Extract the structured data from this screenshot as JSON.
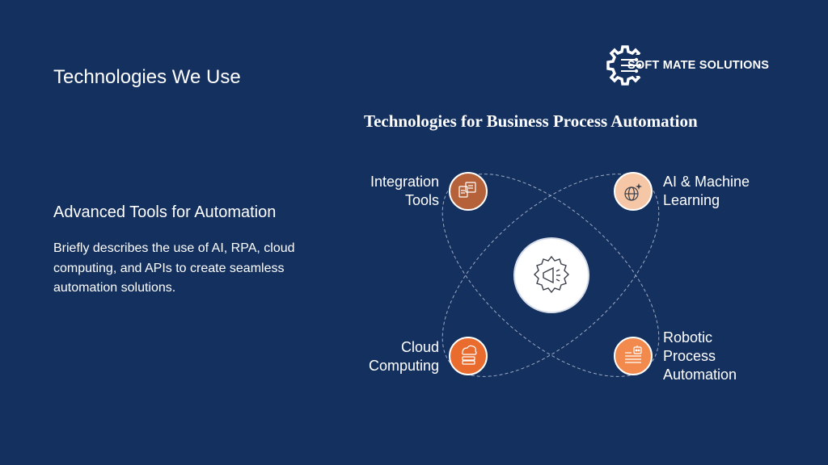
{
  "slide": {
    "title": "Technologies We Use",
    "subtitle": "Advanced Tools for Automation",
    "description": "Briefly describes the use of AI, RPA, cloud computing, and APIs to create seamless automation solutions."
  },
  "logo": {
    "text": "SOFT  MATE SOLUTIONS",
    "icon": "gear-circuit-icon"
  },
  "diagram": {
    "title": "Technologies for Business Process Automation",
    "center_icon": "megaphone-gear-icon",
    "nodes": [
      {
        "id": "integration",
        "label_line1": "Integration",
        "label_line2": "Tools",
        "label_line3": "",
        "icon": "documents-icon",
        "color": "#b5613a"
      },
      {
        "id": "ai",
        "label_line1": "AI & Machine",
        "label_line2": "Learning",
        "label_line3": "",
        "icon": "globe-sparkle-icon",
        "color": "#f6c7a6"
      },
      {
        "id": "cloud",
        "label_line1": "Cloud",
        "label_line2": "Computing",
        "label_line3": "",
        "icon": "cloud-server-icon",
        "color": "#e96b2d"
      },
      {
        "id": "rpa",
        "label_line1": "Robotic",
        "label_line2": "Process",
        "label_line3": "Automation",
        "icon": "robot-list-icon",
        "color": "#f28a4e"
      }
    ]
  },
  "colors": {
    "background": "#14305e",
    "integration": "#b5613a",
    "ai": "#f6c7a6",
    "cloud": "#e96b2d",
    "rpa": "#f28a4e"
  }
}
